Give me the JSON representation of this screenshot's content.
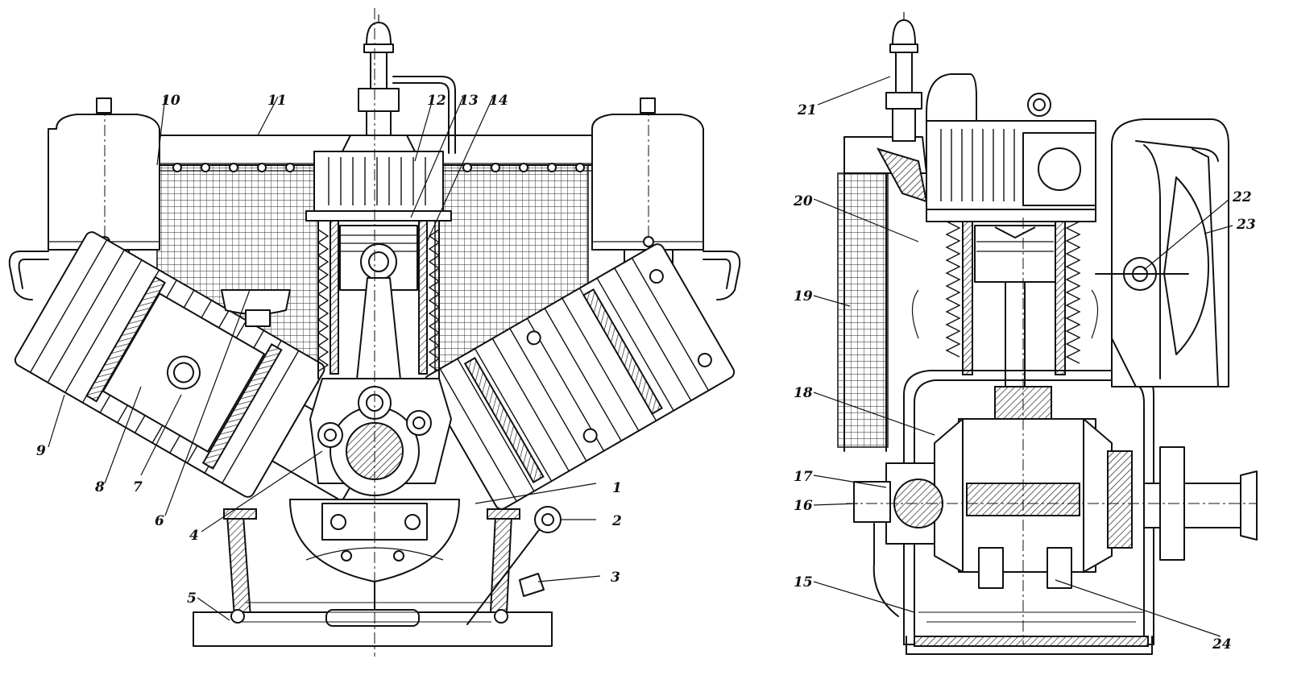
{
  "figure": {
    "views": [
      {
        "id": "front-section",
        "labels": [
          "10",
          "11",
          "12",
          "13",
          "14",
          "1",
          "2",
          "3",
          "4",
          "5",
          "6",
          "7",
          "8",
          "9"
        ]
      },
      {
        "id": "side-section",
        "labels": [
          "21",
          "20",
          "19",
          "18",
          "17",
          "16",
          "15",
          "22",
          "23",
          "24"
        ]
      }
    ]
  }
}
